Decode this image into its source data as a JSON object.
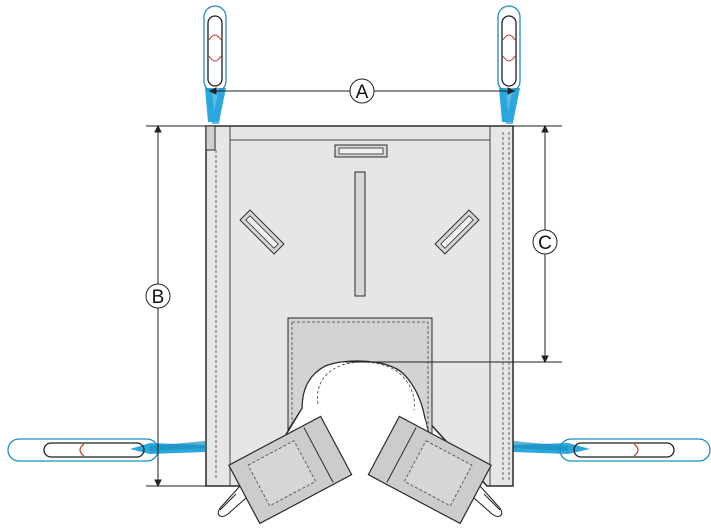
{
  "labels": {
    "a": "A",
    "b": "B",
    "c": "C"
  },
  "colors": {
    "body": "#e6e6e6",
    "body_stroke": "#2a2a2a",
    "padding_panel": "#d3d3d3",
    "leg_flap": "#cccccc",
    "strap_blue": "#2aa7dd",
    "loop_outline": "#1f1f1f",
    "loop_accent": "#c0392b",
    "dimension_line": "#222222"
  },
  "icons": {
    "strap_loops": "strap-loop-icon",
    "handles": "handle-slot-icon"
  }
}
